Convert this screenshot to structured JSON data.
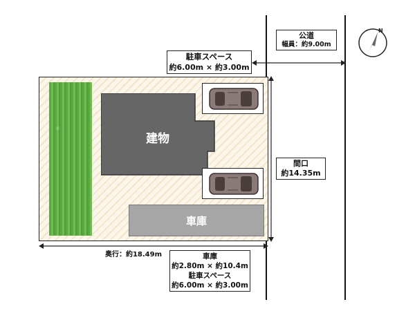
{
  "road": {
    "title": "公道",
    "width": "幅員：約9.00m"
  },
  "parking_top": {
    "title": "駐車スペース",
    "size": "約6.00m × 約3.00m"
  },
  "building": {
    "label": "建物"
  },
  "frontage": {
    "title": "間口",
    "size": "約14.35m"
  },
  "garage": {
    "label": "車庫"
  },
  "depth": {
    "label": "奥行：約18.49m"
  },
  "bottom_info": {
    "garage_title": "車庫",
    "garage_size": "約2.80m × 約10.4m",
    "parking_title": "駐車スペース",
    "parking_size": "約6.00m × 約3.00m"
  },
  "compass": {
    "letter": "N"
  },
  "colors": {
    "grass": "#5fae45",
    "building": "#666666",
    "garage": "#a6a6a6",
    "car": "#8a7a78"
  },
  "icons": [
    "compass-icon",
    "car-icon"
  ]
}
